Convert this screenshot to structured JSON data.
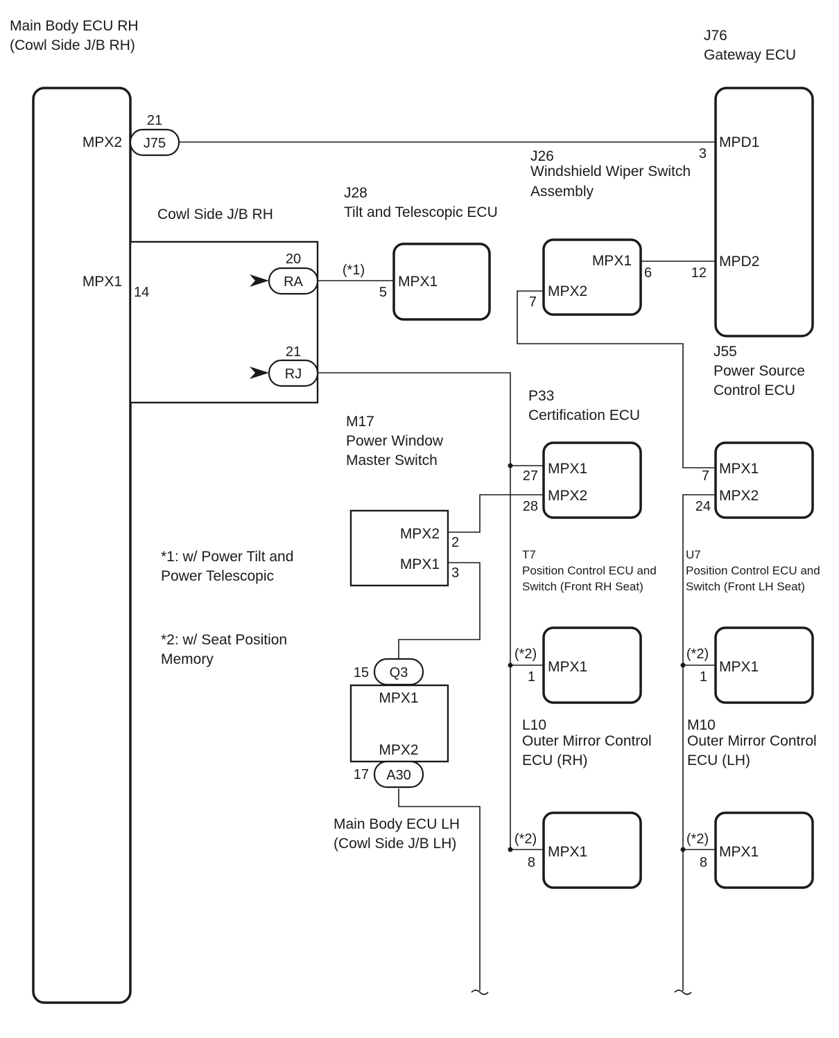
{
  "components": {
    "main_body_rh": {
      "name": "Main Body ECU RH",
      "sub": "(Cowl Side J/B RH)"
    },
    "gateway": {
      "code": "J76",
      "name": "Gateway ECU"
    },
    "wiper": {
      "code": "J26",
      "name": "Windshield Wiper Switch",
      "name2": "Assembly"
    },
    "tilt": {
      "code": "J28",
      "name": "Tilt and Telescopic ECU"
    },
    "cowl_jb_rh": {
      "name": "Cowl Side J/B RH"
    },
    "power_source": {
      "code": "J55",
      "name": "Power Source",
      "name2": "Control ECU"
    },
    "certification": {
      "code": "P33",
      "name": "Certification ECU"
    },
    "pw_master": {
      "code": "M17",
      "name": "Power Window",
      "name2": "Master Switch"
    },
    "seat_rh": {
      "code": "T7",
      "name": "Position Control ECU and",
      "name2": "Switch (Front RH Seat)"
    },
    "seat_lh": {
      "code": "U7",
      "name": "Position Control ECU and",
      "name2": "Switch (Front LH Seat)"
    },
    "mirror_rh": {
      "code": "L10",
      "name": "Outer Mirror Control",
      "name2": "ECU (RH)"
    },
    "mirror_lh": {
      "code": "M10",
      "name": "Outer Mirror Control",
      "name2": "ECU (LH)"
    },
    "main_body_lh": {
      "name": "Main Body ECU LH",
      "sub": "(Cowl Side J/B LH)"
    }
  },
  "notes": {
    "n1_line1": "*1: w/ Power Tilt and",
    "n1_line2": "Power Telescopic",
    "n2_line1": "*2: w/ Seat Position",
    "n2_line2": "Memory"
  },
  "connectors": {
    "j75": "J75",
    "ra": "RA",
    "rj": "RJ",
    "q3": "Q3",
    "a30": "A30"
  },
  "terminals": {
    "MPX1": "MPX1",
    "MPX2": "MPX2",
    "MPD1": "MPD1",
    "MPD2": "MPD2"
  },
  "pins": {
    "p21a": "21",
    "p3": "3",
    "p14": "14",
    "p20": "20",
    "p21b": "21",
    "p5": "5",
    "p6": "6",
    "p12": "12",
    "p7a": "7",
    "p27": "27",
    "p28": "28",
    "p7b": "7",
    "p24": "24",
    "p2": "2",
    "p3b": "3",
    "p15": "15",
    "p17": "17",
    "p1a": "1",
    "p1b": "1",
    "p8a": "8",
    "p8b": "8"
  },
  "options": {
    "opt1": "(*1)",
    "opt2": "(*2)"
  }
}
